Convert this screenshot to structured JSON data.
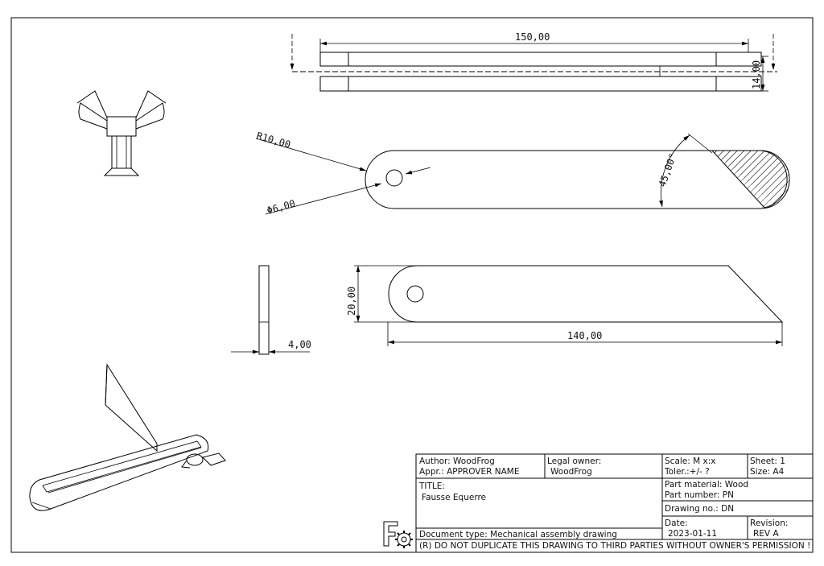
{
  "dimensions": {
    "top_length": "150,00",
    "top_height": "14,00",
    "radius": "R10,00",
    "hole_diameter": "Φ6,00",
    "angle": "45,00°",
    "blade_height": "20,00",
    "blade_length": "140,00",
    "thickness": "4,00"
  },
  "title_block": {
    "author": "Author: WoodFrog",
    "approver": "Appr.:  APPROVER NAME",
    "legal_owner_label": "Legal owner:",
    "legal_owner": "WoodFrog",
    "scale": "Scale: M x:x",
    "tolerance": "Toler.:+/- ?",
    "sheet": "Sheet: 1",
    "size": "Size:   A4",
    "title_label": "TITLE:",
    "title": "Fausse Equerre",
    "part_material": "Part material: Wood",
    "part_number": "Part number:  PN",
    "drawing_no": "Drawing no.:  DN",
    "date_label": "Date:",
    "date": "2023-01-11",
    "revision_label": "Revision:",
    "revision": "REV A",
    "document_type": "Document type:  Mechanical assembly drawing",
    "copyright": "(R) DO NOT DUPLICATE THIS DRAWING TO THIRD PARTIES WITHOUT OWNER'S PERMISSION !"
  }
}
